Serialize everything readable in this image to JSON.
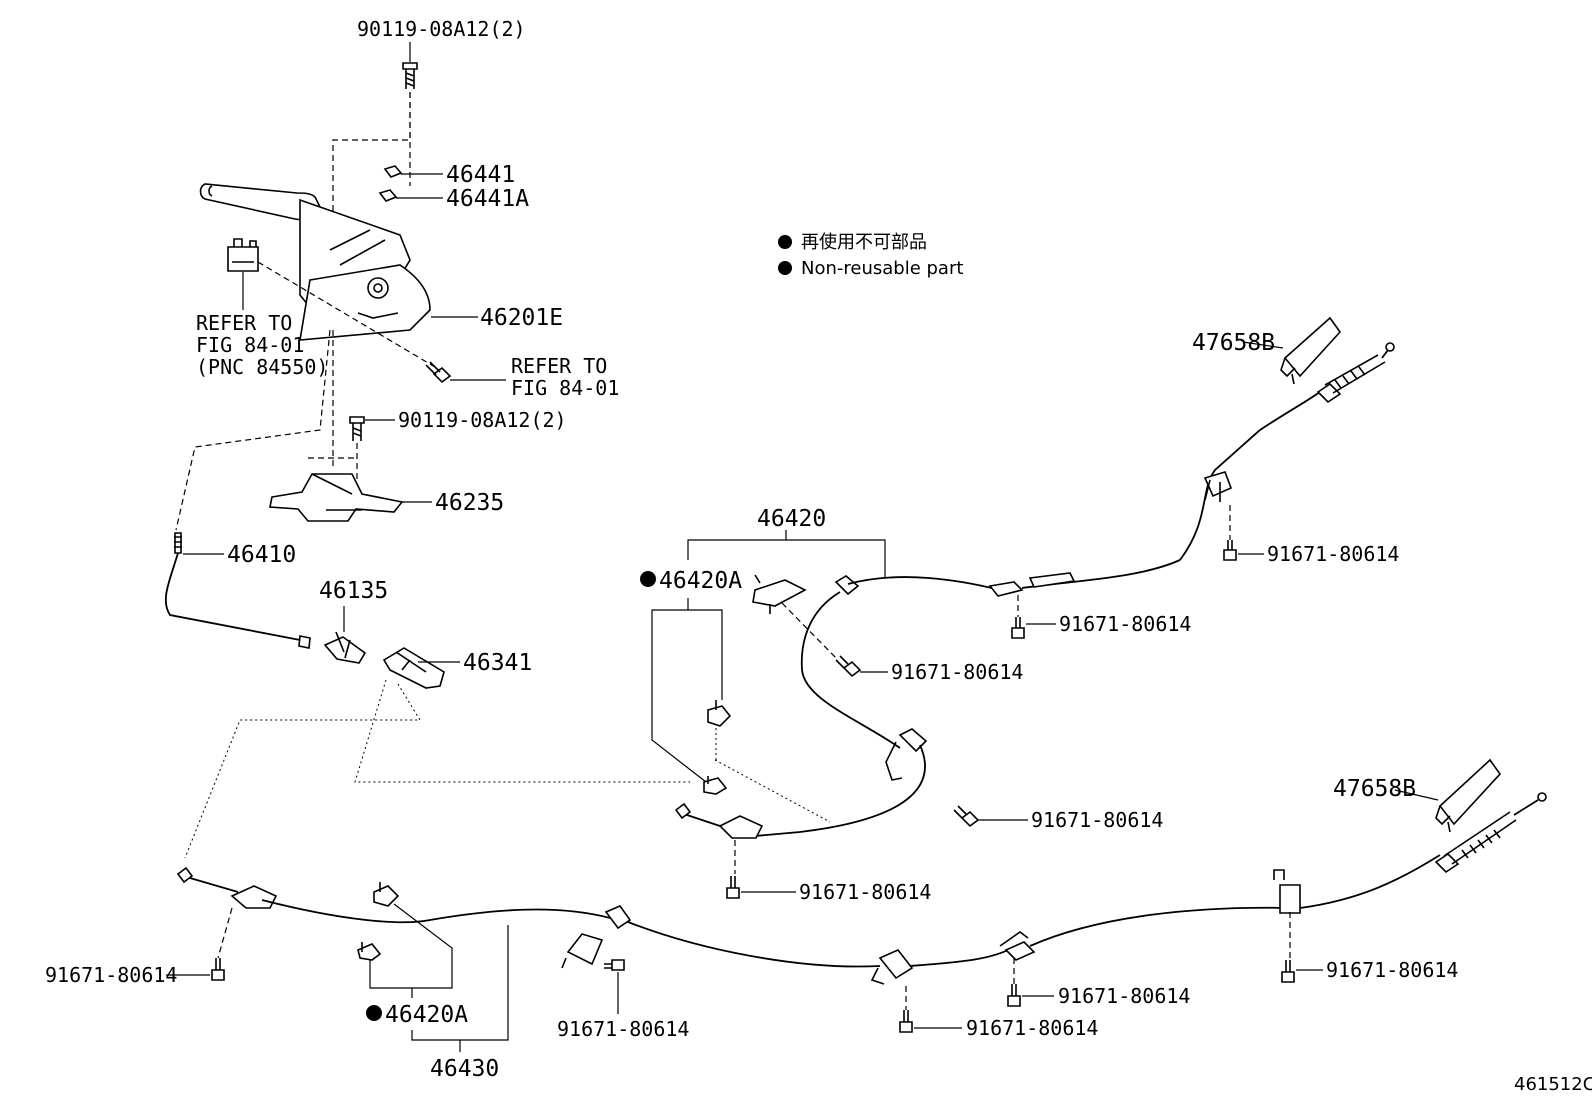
{
  "legend": {
    "line_jp": "再使用不可部品",
    "line_en": "Non-reusable part"
  },
  "labels": {
    "bolt_top": "90119-08A12(2)",
    "p46441": "46441",
    "p46441a": "46441A",
    "p46201e": "46201E",
    "refer_left_1": "REFER TO",
    "refer_left_2": "FIG 84-01",
    "refer_left_3": "(PNC 84550)",
    "refer_right_1": "REFER TO",
    "refer_right_2": "FIG 84-01",
    "bolt_mid": "90119-08A12(2)",
    "p46235": "46235",
    "p46410": "46410",
    "p46135": "46135",
    "p46341": "46341",
    "p46420": "46420",
    "p46420a_top": "46420A",
    "p46420a_bottom": "46420A",
    "p46430": "46430",
    "p47658b_top": "47658B",
    "p47658b_bottom": "47658B",
    "bolt_r1": "91671-80614",
    "bolt_r2": "91671-80614",
    "bolt_r3": "91671-80614",
    "bolt_r4": "91671-80614",
    "bolt_r5": "91671-80614",
    "bolt_l1": "91671-80614",
    "bolt_b1": "91671-80614",
    "bolt_b2": "91671-80614",
    "bolt_b3": "91671-80614",
    "bolt_b4": "91671-80614",
    "figure_id": "461512C"
  }
}
